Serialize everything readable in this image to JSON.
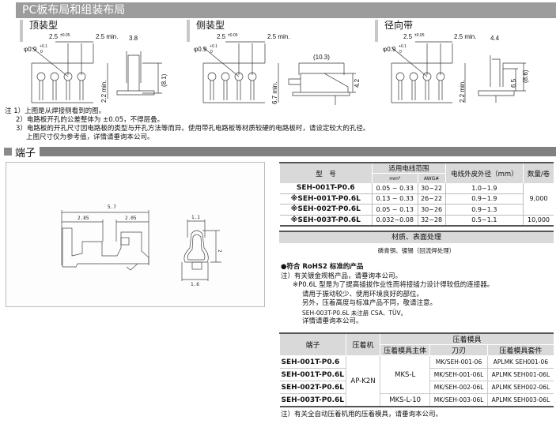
{
  "section1": {
    "title": "PC板布局和组装布局",
    "views": [
      {
        "label": "顶装型",
        "pitch": "2.5",
        "pitch_tol": "±0.05",
        "min": "2.5 min.",
        "hole": "φ0.9",
        "hole_tol_upper": "+0.1",
        "hole_tol_lower": "0",
        "depth": "2.2 min.",
        "width": "3.8",
        "height": "(8.1)"
      },
      {
        "label": "侧装型",
        "pitch": "2.5",
        "pitch_tol": "±0.05",
        "min": "2.5 min.",
        "hole": "φ0.9",
        "hole_tol_upper": "+0.1",
        "hole_tol_lower": "0",
        "depth": "6.7 min.",
        "length": "(10.3)",
        "height": "4.2"
      },
      {
        "label": "径向带",
        "pitch": "2.5",
        "pitch_tol": "±0.05",
        "min": "2.5 min.",
        "hole": "φ0.9",
        "hole_tol_upper": "+0.1",
        "hole_tol_lower": "0",
        "depth": "2.2 min.",
        "width": "4.4",
        "height1": "6.5",
        "height2": "(8.6)"
      }
    ],
    "notes": [
      "注 1）上图是从焊接侧看到的图。",
      "2）电路板开孔的公差整体为 ±0.05，不得层叠。",
      "3）电路板的开孔尺寸因电路板的类型与开孔方法等而异。使用带孔电路板等材质较硬的电路板时，请设定较大的孔径。",
      "上图尺寸仅为参考值，详情请垂询本公司。"
    ]
  },
  "section2": {
    "title": "端子",
    "drawing": {
      "total": "5.7",
      "left": "2.85",
      "right": "2.05",
      "top_width": "1.1",
      "height": "2",
      "bottom_width": "1.6"
    },
    "spec_table": {
      "headers": {
        "model": "型　号",
        "wire_range": "适用电线范围",
        "mm2": "mm²",
        "awg": "AWG#",
        "od": "电线外皮外径（mm）",
        "qty": "数量/卷"
      },
      "rows": [
        {
          "model": "SEH-001T-P0.6",
          "mm2": "0.05 ~ 0.33",
          "awg": "30~22",
          "od": "1.0~1.9"
        },
        {
          "model": "※SEH-001T-P0.6L",
          "mm2": "0.13 ~ 0.33",
          "awg": "26~22",
          "od": "0.9~1.9"
        },
        {
          "model": "※SEH-002T-P0.6L",
          "mm2": "0.05 ~ 0.13",
          "awg": "30~26",
          "od": "0.9~1.3"
        },
        {
          "model": "※SEH-003T-P0.6L",
          "mm2": "0.032~0.08",
          "awg": "32~28",
          "od": "0.5~1.1"
        }
      ],
      "qty_a": "9,000",
      "qty_b": "10,000"
    },
    "material": {
      "title": "材质、表面处理",
      "value": "磷青铜、镀锡（回流焊处理）"
    },
    "rohs_notes": [
      "●符合 RoHS2 标准的产品",
      "注）有关镀金规格产品，请垂询本公司。",
      "※P0.6L 型是为了提高插拔作业性而将接插力设计得较低的连接器。",
      "请用于振动较少、使用环境良好的部位。",
      "另外，压着高度与标准产品不同，敬请注意。",
      "SEH-003T-P0.6L 未注册 CSA、TÜV。",
      "详情请垂询本公司。"
    ],
    "tool_table": {
      "headers": {
        "terminal": "端子",
        "machine": "压着机",
        "die": "压着模具",
        "die_body": "压着模具主体",
        "blade": "刀刃",
        "kit": "压着模具套件"
      },
      "rows": [
        {
          "terminal": "SEH-001T-P0.6",
          "blade": "MK/SEH-001-06",
          "kit": "APLMK SEH001-06"
        },
        {
          "terminal": "SEH-001T-P0.6L",
          "blade": "MK/SEH-001-06L",
          "kit": "APLMK SEH001-06L"
        },
        {
          "terminal": "SEH-002T-P0.6L",
          "blade": "MK/SEH-002-06L",
          "kit": "APLMK SEH002-06L"
        },
        {
          "terminal": "SEH-003T-P0.6L",
          "blade": "MK/SEH-003-06L",
          "kit": "APLMK SEH003-06L"
        }
      ],
      "machine": "AP-K2N",
      "die_body_a": "MKS-L",
      "die_body_b": "MKS-L-10"
    },
    "end_note": "注）有关全自动压着机用的压着模具，请垂询本公司。"
  }
}
